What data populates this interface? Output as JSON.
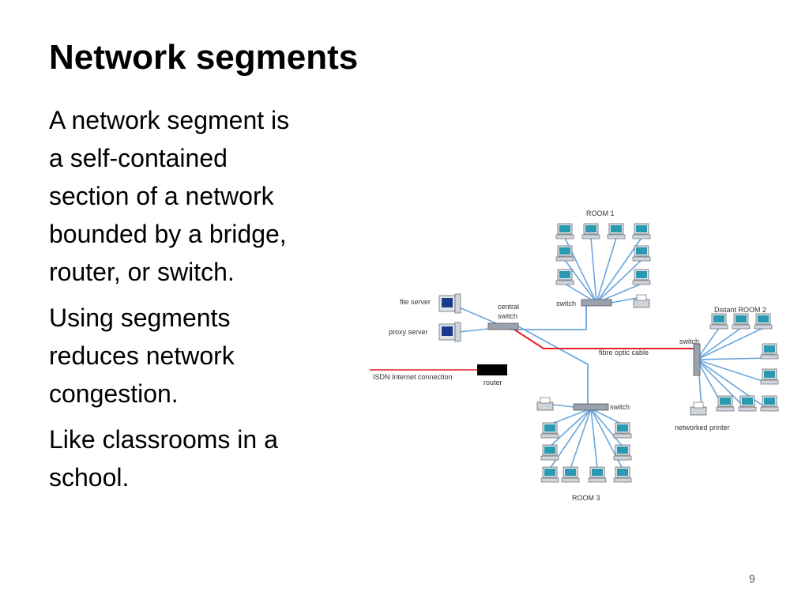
{
  "slide": {
    "title": "Network segments",
    "paragraphs": [
      [
        "A network segment is",
        "a self-contained",
        "section of a network",
        "bounded by a bridge,",
        "router, or switch."
      ],
      [
        "Using segments",
        "reduces network",
        "congestion."
      ],
      [
        "Like classrooms in a",
        "school."
      ]
    ],
    "page_number": "9"
  },
  "diagram": {
    "labels": {
      "room1": "ROOM 1",
      "room2": "Distant ROOM 2",
      "room3": "ROOM 3",
      "file_server": "file server",
      "proxy_server": "proxy server",
      "central_switch_1": "central",
      "central_switch_2": "switch",
      "switch_room1": "switch",
      "switch_room2": "switch",
      "switch_room3": "switch",
      "fibre": "fibre optic cable",
      "isdn": "ISDN Internet connection",
      "router": "router",
      "networked_printer": "networked printer"
    },
    "colors": {
      "cable": "#6aa6de",
      "fibre": "#e0202a",
      "device": "#2a9ab0",
      "router": "#000000"
    }
  }
}
